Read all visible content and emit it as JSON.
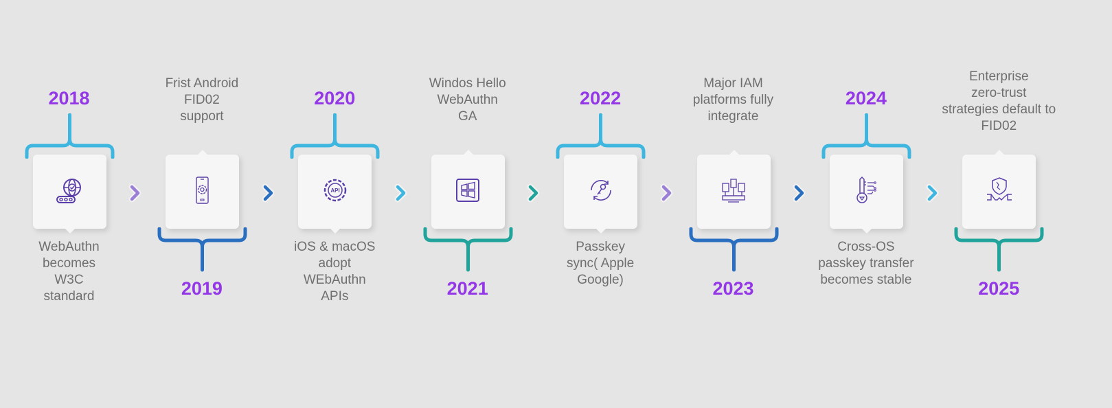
{
  "colors": {
    "year": "#9437e6",
    "text": "#6f6f6f",
    "icon": "#5b3fa8",
    "light_blue": "#3fb6e0",
    "dark_blue": "#2a6fbf",
    "teal": "#1fa39a",
    "purple": "#9b7fd6"
  },
  "items": [
    {
      "year": "2018",
      "desc": "WebAuthn becomes W3C standard",
      "desc_lines": [
        "WebAuthn",
        "becomes",
        "W3C",
        "standard"
      ],
      "icon": "globe-check-icon",
      "bracket_color": "#3fb6e0",
      "position": "top"
    },
    {
      "year": "2019",
      "desc_lines": [
        "Frist Android",
        "FID02",
        "support"
      ],
      "icon": "phone-settings-icon",
      "bracket_color": "#2a6fbf",
      "position": "bottom"
    },
    {
      "year": "2020",
      "desc_lines": [
        "iOS & macOS",
        "adopt",
        "WEbAuthn",
        "APIs"
      ],
      "icon": "api-gear-icon",
      "bracket_color": "#3fb6e0",
      "position": "top"
    },
    {
      "year": "2021",
      "desc_lines": [
        "Windos Hello",
        "WebAuthn",
        "GA"
      ],
      "icon": "windows-icon",
      "bracket_color": "#1fa39a",
      "position": "bottom"
    },
    {
      "year": "2022",
      "desc_lines": [
        "Passkey",
        "sync( Apple",
        "Google)"
      ],
      "icon": "key-sync-icon",
      "bracket_color": "#3fb6e0",
      "position": "top"
    },
    {
      "year": "2023",
      "desc_lines": [
        "Major IAM",
        "platforms fully",
        "integrate"
      ],
      "icon": "devices-network-icon",
      "bracket_color": "#2a6fbf",
      "position": "bottom"
    },
    {
      "year": "2024",
      "desc_lines": [
        "Cross-OS",
        "passkey transfer",
        "becomes stable"
      ],
      "icon": "digital-key-icon",
      "bracket_color": "#3fb6e0",
      "position": "top"
    },
    {
      "year": "2025",
      "desc_lines": [
        "Enterprise",
        "zero-trust",
        "strategies default to",
        "FID02"
      ],
      "icon": "shield-handshake-icon",
      "bracket_color": "#1fa39a",
      "position": "bottom"
    }
  ],
  "chevron_colors": [
    "#9b7fd6",
    "#2a6fbf",
    "#3fb6e0",
    "#1fa39a",
    "#9b7fd6",
    "#2a6fbf",
    "#3fb6e0"
  ]
}
